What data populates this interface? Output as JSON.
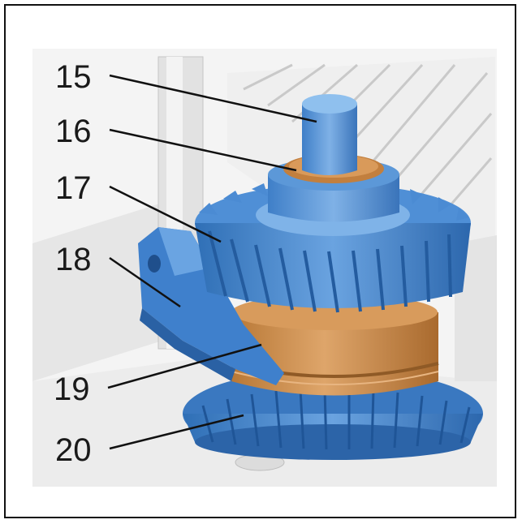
{
  "callouts": [
    {
      "id": "15",
      "label": "15"
    },
    {
      "id": "16",
      "label": "16"
    },
    {
      "id": "17",
      "label": "17"
    },
    {
      "id": "18",
      "label": "18"
    },
    {
      "id": "19",
      "label": "19"
    },
    {
      "id": "20",
      "label": "20"
    }
  ],
  "colors": {
    "blue": "#4f8fd6",
    "blue_dark": "#2e6fb8",
    "blue_light": "#8ab9ea",
    "bronze": "#c98a4a",
    "bronze_dark": "#a56a30",
    "housing": "#e9e9e9",
    "housing_line": "#b8b8b8"
  }
}
